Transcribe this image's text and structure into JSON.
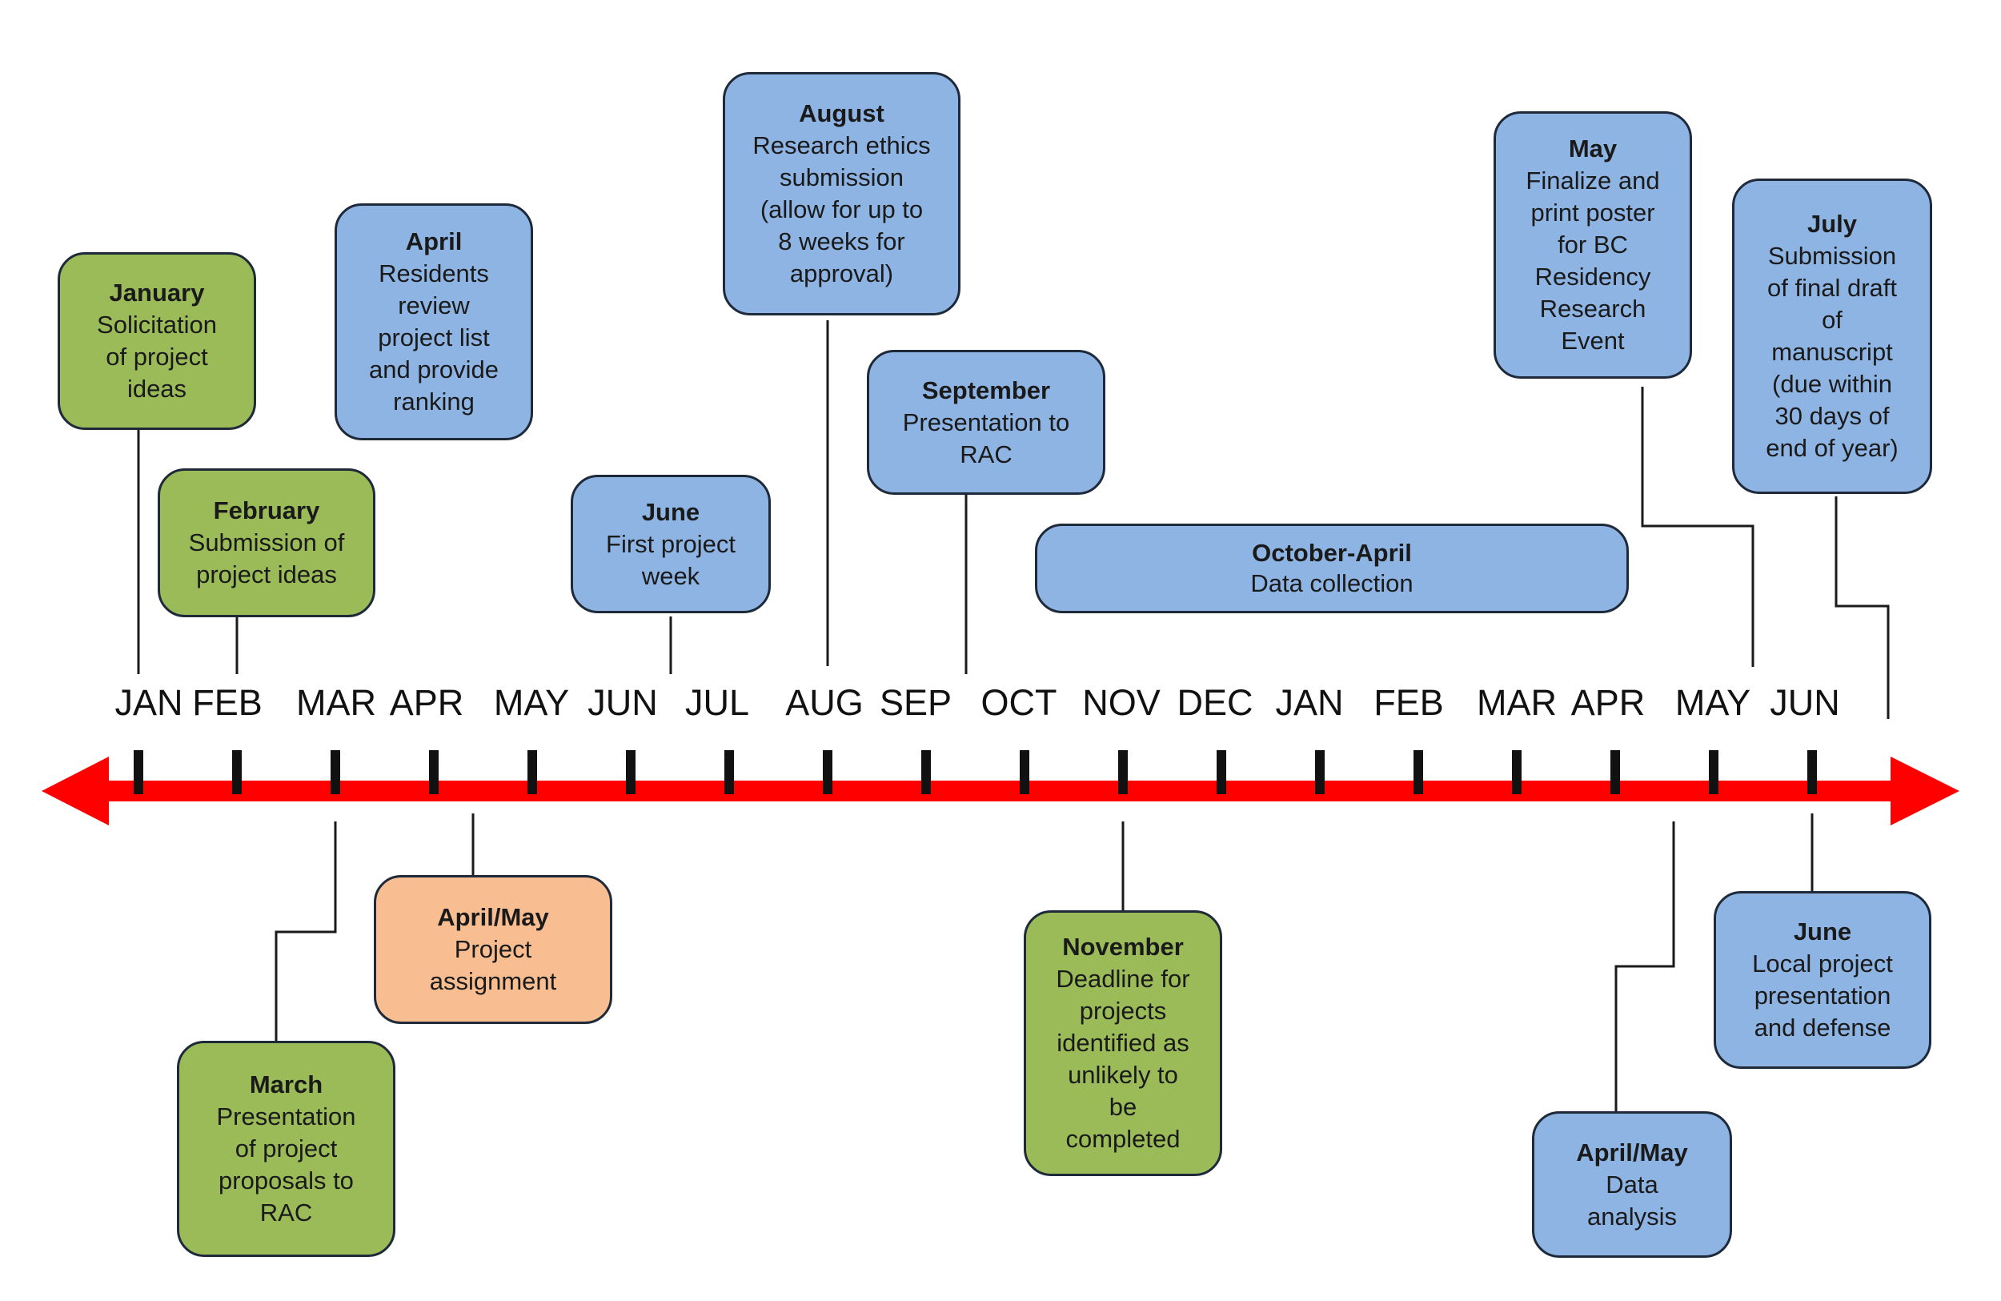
{
  "colors": {
    "arrow": "#ff0000",
    "tick": "#111111",
    "connector": "#1a1a1a",
    "blue_box": "#8eb4e3",
    "green_box": "#9bbb59",
    "orange_box": "#f8be92"
  },
  "months": [
    "JAN",
    "FEB",
    "MAR",
    "APR",
    "MAY",
    "JUN",
    "JUL",
    "AUG",
    "SEP",
    "OCT",
    "NOV",
    "DEC",
    "JAN",
    "FEB",
    "MAR",
    "APR",
    "MAY",
    "JUN"
  ],
  "events": [
    {
      "id": "january",
      "title": "January",
      "lines": [
        "Solicitation",
        "of project",
        "ideas"
      ],
      "color": "green"
    },
    {
      "id": "february",
      "title": "February",
      "lines": [
        "Submission of",
        "project ideas"
      ],
      "color": "green"
    },
    {
      "id": "april",
      "title": "April",
      "lines": [
        "Residents",
        "review",
        "project list",
        "and provide",
        "ranking"
      ],
      "color": "blue"
    },
    {
      "id": "june-1",
      "title": "June",
      "lines": [
        "First project",
        "week"
      ],
      "color": "blue"
    },
    {
      "id": "august",
      "title": "August",
      "lines": [
        "Research ethics",
        "submission",
        "(allow for up to",
        "8 weeks for",
        "approval)"
      ],
      "color": "blue"
    },
    {
      "id": "september",
      "title": "September",
      "lines": [
        "Presentation to",
        "RAC"
      ],
      "color": "blue"
    },
    {
      "id": "october-april",
      "title": "October-April",
      "lines": [
        "Data collection"
      ],
      "color": "blue"
    },
    {
      "id": "may-2",
      "title": "May",
      "lines": [
        "Finalize and",
        "print poster",
        "for BC",
        "Residency",
        "Research",
        "Event"
      ],
      "color": "blue"
    },
    {
      "id": "july-2",
      "title": "July",
      "lines": [
        "Submission",
        "of final draft",
        "of",
        "manuscript",
        "(due within",
        "30 days of",
        "end of year)"
      ],
      "color": "blue"
    },
    {
      "id": "march",
      "title": "March",
      "lines": [
        "Presentation",
        "of project",
        "proposals to",
        "RAC"
      ],
      "color": "green"
    },
    {
      "id": "april-may-1",
      "title": "April/May",
      "lines": [
        "Project",
        "assignment"
      ],
      "color": "orange"
    },
    {
      "id": "november",
      "title": "November",
      "lines": [
        "Deadline for",
        "projects",
        "identified as",
        "unlikely to",
        "be",
        "completed"
      ],
      "color": "green"
    },
    {
      "id": "april-may-2",
      "title": "April/May",
      "lines": [
        "Data",
        "analysis"
      ],
      "color": "blue"
    },
    {
      "id": "june-2",
      "title": "June",
      "lines": [
        "Local project",
        "presentation",
        "and defense"
      ],
      "color": "blue"
    }
  ]
}
